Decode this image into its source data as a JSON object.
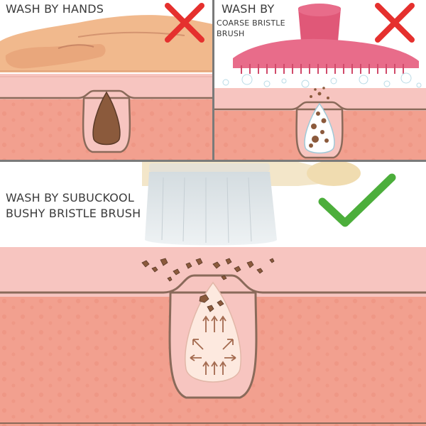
{
  "panels": {
    "hands": {
      "title": "WASH BY HANDS",
      "verdict_icon": "red-cross-icon"
    },
    "coarse": {
      "title_line1": "WASH BY",
      "title_line2": "COARSE BRISTLE",
      "title_line3": "BRUSH",
      "verdict_icon": "red-cross-icon"
    },
    "bushy": {
      "title_line1": "WASH BY SUBUCKOOL",
      "title_line2": "BUSHY BRISTLE BRUSH",
      "verdict_icon": "green-check-icon"
    }
  },
  "colors": {
    "skin_surface": "#f7c5c0",
    "skin_deep": "#f2a08f",
    "pore_dirt": "#8b5a3c",
    "cross_red": "#e5302e",
    "check_green": "#4cae3b",
    "brush_pink": "#e05878"
  }
}
